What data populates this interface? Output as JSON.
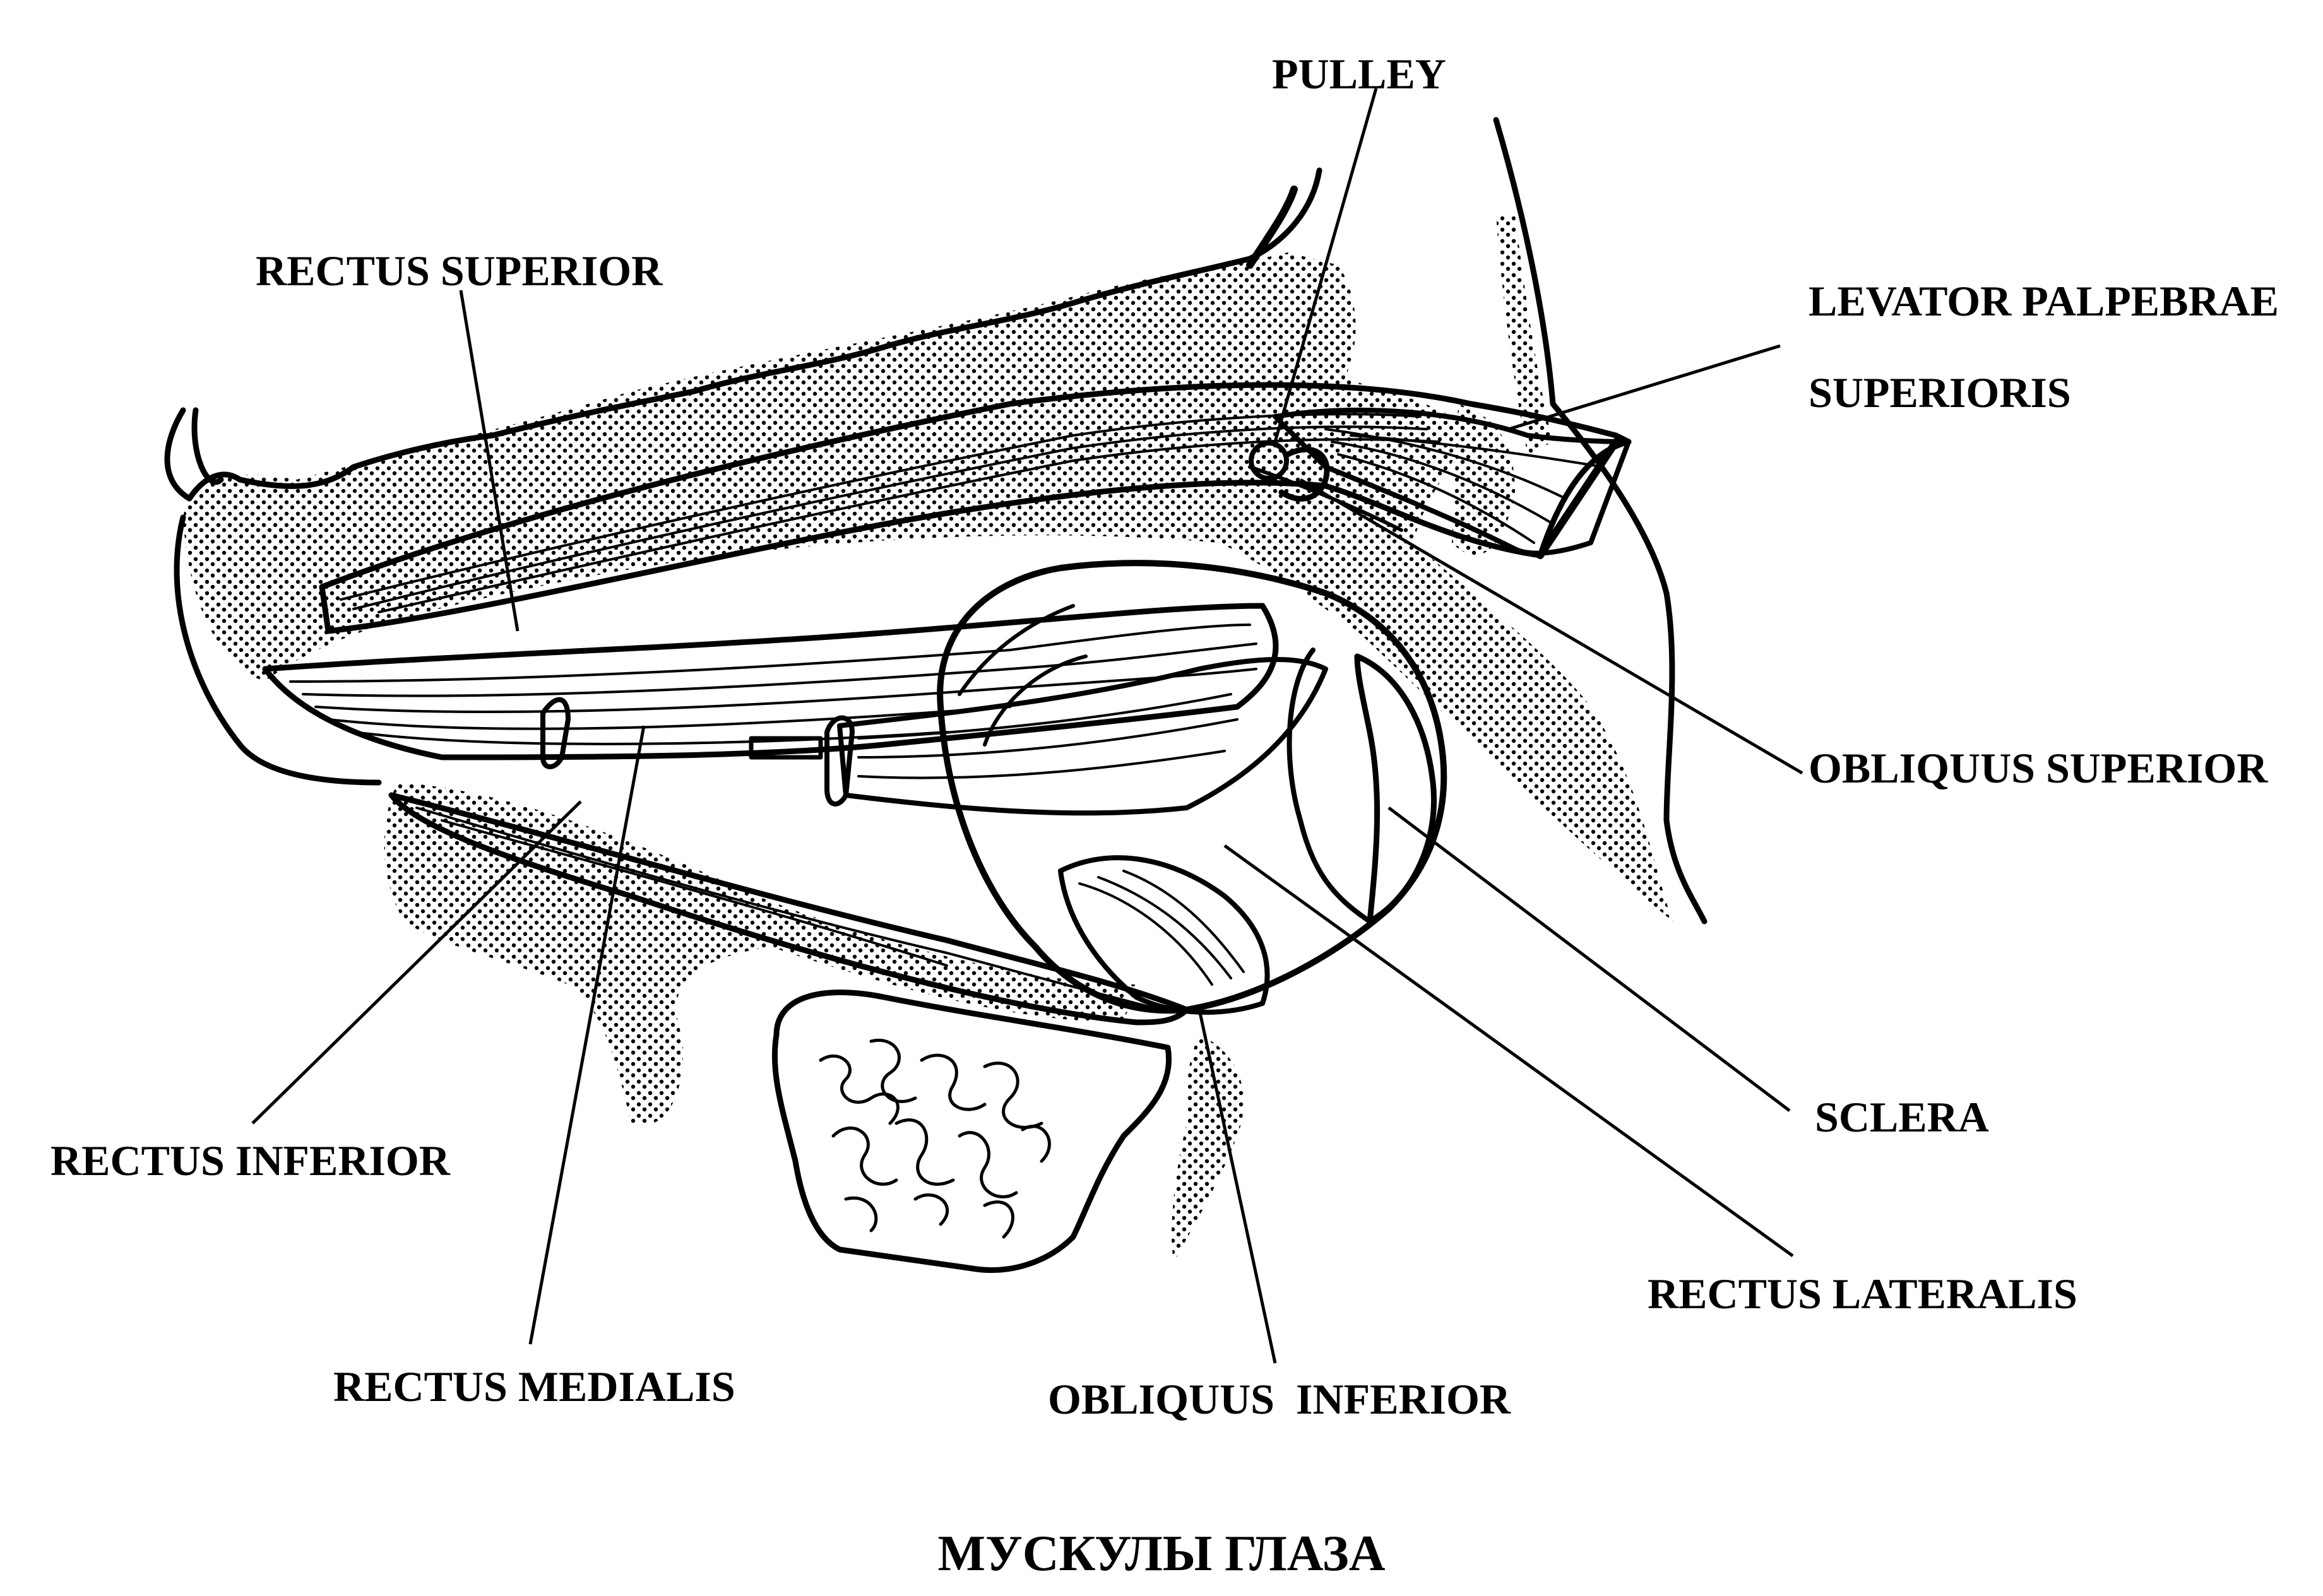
{
  "labels": {
    "pulley": "PULLEY",
    "rectus_superior": "RECTUS SUPERIOR",
    "levator_line1": "LEVATOR PALPEBRAE",
    "levator_line2": "SUPERIORIS",
    "obliquus_superior": "OBLIQUUS SUPERIOR",
    "sclera": "SCLERA",
    "rectus_lateralis": "RECTUS LATERALIS",
    "rectus_inferior": "RECTUS INFERIOR",
    "rectus_medialis": "RECTUS MEDIALIS",
    "obliquus_inferior": "OBLIQUUS  INFERIOR"
  },
  "caption": "МУСКУЛЫ ГЛАЗА",
  "colors": {
    "ink": "#000000",
    "paper": "#ffffff"
  }
}
